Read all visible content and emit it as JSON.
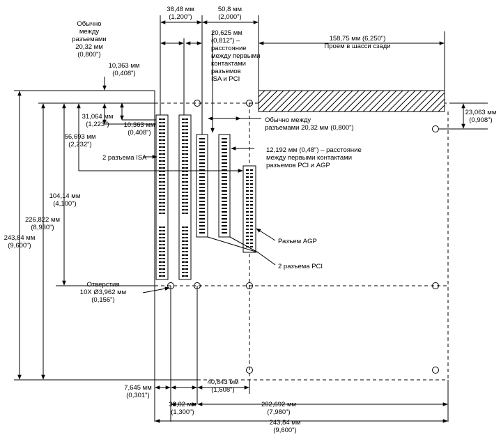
{
  "dimensions": {
    "d_3848": [
      "38,48 мм",
      "(1,200\")"
    ],
    "d_508": [
      "50,8 мм",
      "(2,000\")"
    ],
    "d_typ_spacing": [
      "Обычно",
      "между",
      "разъемами",
      "20,32 мм",
      "(0,800\")"
    ],
    "d_20625": [
      "20,625 мм",
      "(0,812\") –",
      "расстояние",
      "между первыми",
      "контактами",
      "разъемов",
      "ISA и PCI"
    ],
    "d_15875": [
      "158,75 мм (6,250\")",
      "Проем в шасси сзади"
    ],
    "d_10363_top": [
      "10,363 мм",
      "(0,408\")"
    ],
    "d_31064": [
      "31,064 мм",
      "(1,223\")"
    ],
    "d_10363_mid": [
      "10,363 мм",
      "(0,408\")"
    ],
    "d_56693": [
      "56,693 мм",
      "(2,232\")"
    ],
    "d_23063": [
      "23,063 мм",
      "(0,908\")"
    ],
    "d_typ_spacing2": [
      "Обычно между",
      "разъемами 20,32 мм (0,800\")"
    ],
    "d_12192": [
      "12,192 мм (0,48\") – расстояние",
      "между первыми контактами",
      "разъемов PCI и AGP"
    ],
    "d_10414": [
      "104,14 мм",
      "(4,100\")"
    ],
    "d_226822": [
      "226,822 мм",
      "(8,930\")"
    ],
    "d_24384_v": [
      "243,84 мм",
      "(9,600\")"
    ],
    "d_7645": [
      "7,645 мм",
      "(0,301\")"
    ],
    "d_40843": [
      "40,843 мм",
      "(1,608\")"
    ],
    "d_3302": [
      "33,02 мм",
      "(1,300\")"
    ],
    "d_202692": [
      "202,692 мм",
      "(7,980\")"
    ],
    "d_24384_h": [
      "243,84 мм",
      "(9,600\")"
    ]
  },
  "labels": {
    "isa": [
      "2 разъема ISA"
    ],
    "pci": [
      "2 разъема PCI"
    ],
    "agp": [
      "Разъем AGP"
    ],
    "holes": [
      "Отверстия",
      "10X Ø3,962 мм",
      "(0,156\")"
    ]
  }
}
